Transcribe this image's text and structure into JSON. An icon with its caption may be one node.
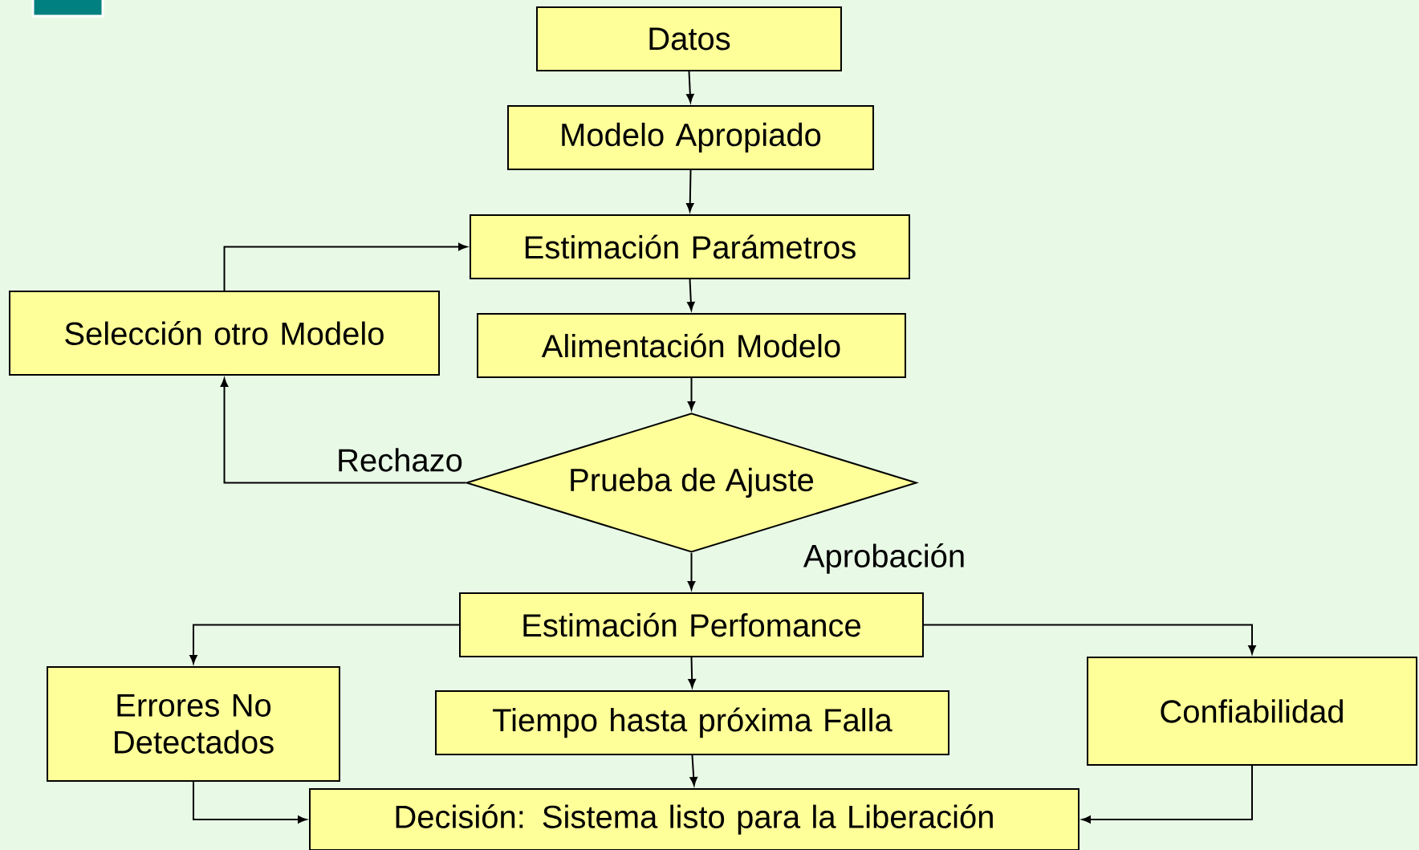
{
  "diagram": {
    "nodes": [
      {
        "text": [
          "Datos"
        ]
      },
      {
        "text": [
          "Modelo Apropiado"
        ]
      },
      {
        "text": [
          "Estimación Parámetros"
        ]
      },
      {
        "text": [
          "Selección otro Modelo"
        ]
      },
      {
        "text": [
          "Alimentación Modelo"
        ]
      },
      {
        "text": [
          "Prueba de Ajuste"
        ]
      },
      {
        "text": [
          "Estimación Perfomance"
        ]
      },
      {
        "text": [
          "Errores No Detectados"
        ]
      },
      {
        "text": [
          "Tiempo hasta próxima Falla"
        ]
      },
      {
        "text": [
          "Confiabilidad"
        ]
      },
      {
        "text": [
          "Decisión: Sistema listo para la Liberación"
        ]
      }
    ],
    "edges": [
      {
        "from": 0,
        "to": 1,
        "arrow": "to"
      },
      {
        "from": 1,
        "to": 2,
        "arrow": "to"
      },
      {
        "from": 2,
        "to": 4,
        "arrow": "to"
      },
      {
        "from": 4,
        "to": 5,
        "arrow": "to"
      },
      {
        "from": 5,
        "to": 3,
        "arrow": "to",
        "label": "Rechazo"
      },
      {
        "from": 3,
        "to": 2,
        "arrow": "to"
      },
      {
        "from": 5,
        "to": 6,
        "arrow": "to",
        "label": "Aprobación"
      },
      {
        "from": 6,
        "to": 7,
        "arrow": "to"
      },
      {
        "from": 6,
        "to": 8,
        "arrow": "to"
      },
      {
        "from": 6,
        "to": 9,
        "arrow": "to"
      },
      {
        "from": 7,
        "to": 10,
        "arrow": "to"
      },
      {
        "from": 8,
        "to": 10,
        "arrow": "to"
      },
      {
        "from": 9,
        "to": 10,
        "arrow": "to"
      }
    ]
  }
}
